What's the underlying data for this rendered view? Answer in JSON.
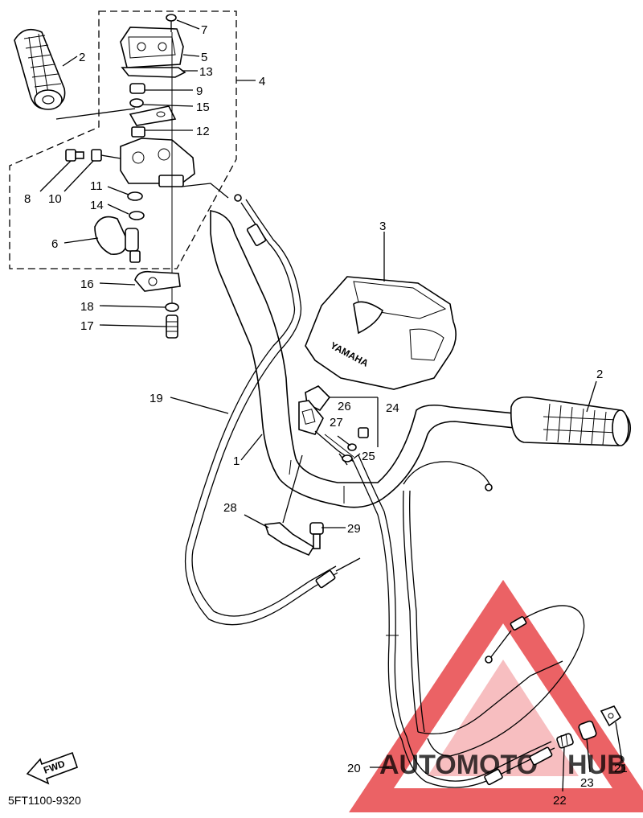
{
  "diagram": {
    "code": "5FT1100-9320",
    "fwd_label": "FWD",
    "cover_brand": "YAMAHA",
    "watermark": {
      "text_a": "AUTOMOTO",
      "text_b": "HUB",
      "color_red": "#e8464a",
      "color_orange": "#f2a33a"
    },
    "callouts": [
      {
        "id": "c7",
        "text": "7"
      },
      {
        "id": "c2a",
        "text": "2"
      },
      {
        "id": "c5",
        "text": "5"
      },
      {
        "id": "c13",
        "text": "13"
      },
      {
        "id": "c4",
        "text": "4"
      },
      {
        "id": "c9",
        "text": "9"
      },
      {
        "id": "c15",
        "text": "15"
      },
      {
        "id": "c12",
        "text": "12"
      },
      {
        "id": "c8",
        "text": "8"
      },
      {
        "id": "c10",
        "text": "10"
      },
      {
        "id": "c11",
        "text": "11"
      },
      {
        "id": "c14",
        "text": "14"
      },
      {
        "id": "c6",
        "text": "6"
      },
      {
        "id": "c3",
        "text": "3"
      },
      {
        "id": "c16",
        "text": "16"
      },
      {
        "id": "c18",
        "text": "18"
      },
      {
        "id": "c17",
        "text": "17"
      },
      {
        "id": "c2b",
        "text": "2"
      },
      {
        "id": "c19",
        "text": "19"
      },
      {
        "id": "c26",
        "text": "26"
      },
      {
        "id": "c24",
        "text": "24"
      },
      {
        "id": "c27",
        "text": "27"
      },
      {
        "id": "c1",
        "text": "1"
      },
      {
        "id": "c25",
        "text": "25"
      },
      {
        "id": "c28",
        "text": "28"
      },
      {
        "id": "c29",
        "text": "29"
      },
      {
        "id": "c20",
        "text": "20"
      },
      {
        "id": "c23",
        "text": "23"
      },
      {
        "id": "c21",
        "text": "21"
      },
      {
        "id": "c22",
        "text": "22"
      }
    ]
  }
}
